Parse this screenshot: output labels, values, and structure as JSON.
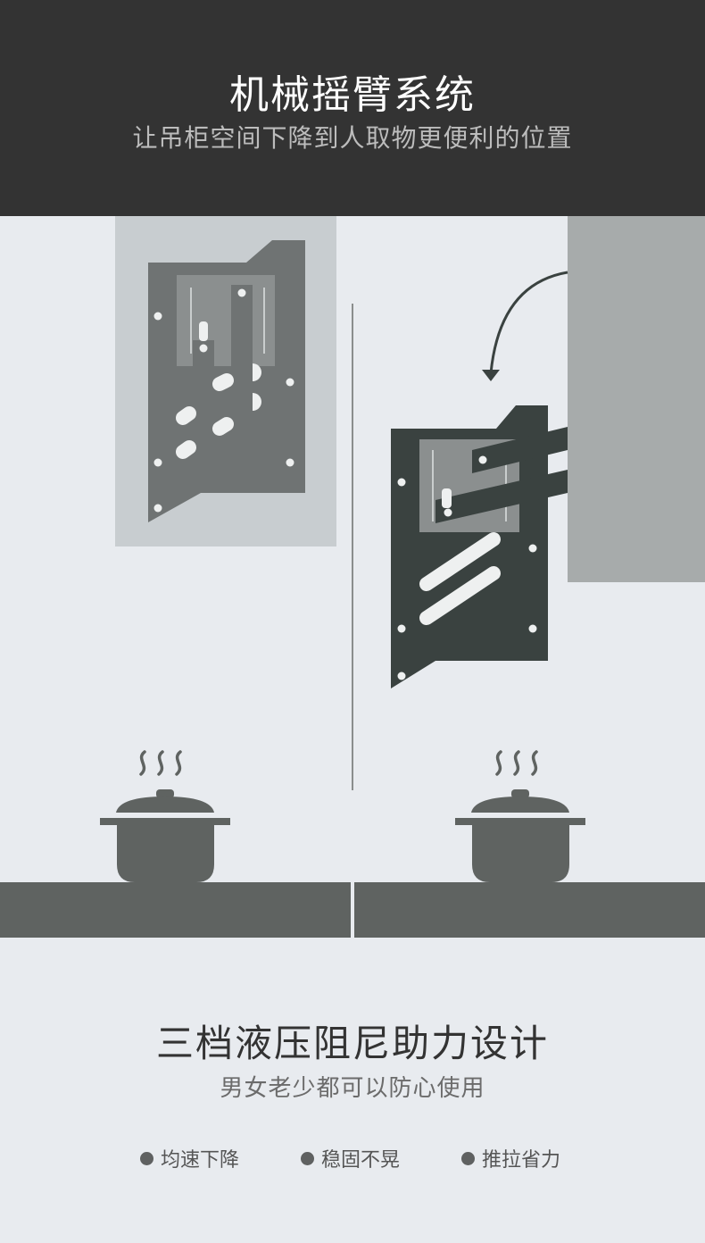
{
  "header": {
    "title": "机械摇臂系统",
    "subtitle": "让吊柜空间下降到人取物更便利的位置"
  },
  "colors": {
    "header_bg": "#333333",
    "page_bg": "#e8ebef",
    "cabinet_panel_light": "#c8cdd0",
    "bracket_light": "#6f7373",
    "bracket_dark": "#3a4240",
    "wall_cabinet": "#a7abab",
    "pot": "#5f6361",
    "counter": "#5f6361"
  },
  "icons": [
    "steam-icon",
    "pot-icon",
    "arrow-curve-icon",
    "bullet-dot-icon"
  ],
  "feature": {
    "title": "三档液压阻尼助力设计",
    "subtitle": "男女老少都可以防心使用",
    "points": [
      {
        "label": "均速下降"
      },
      {
        "label": "稳固不晃"
      },
      {
        "label": "推拉省力"
      }
    ]
  }
}
